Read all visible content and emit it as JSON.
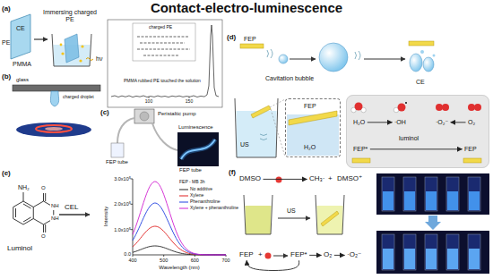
{
  "diagram": {
    "title": "Contact-electro-luminescence",
    "nodes": [
      {
        "text": [
          "FEP",
          "H₂O"
        ]
      },
      {
        "text": [
          "luminol"
        ]
      },
      {
        "text": [
          "H₂O"
        ],
        "in": 1
      },
      {
        "text": [
          "·OH"
        ],
        "in": 1
      },
      {
        "text": [
          "·O₂⁻"
        ],
        "in": 1
      },
      {
        "text": [
          "O₂"
        ],
        "in": 1
      },
      {
        "text": [
          "FEP*"
        ],
        "in": 1
      },
      {
        "text": [
          "FEP"
        ],
        "in": 1
      },
      {
        "text": [
          "DMSO"
        ]
      },
      {
        "text": [
          "CH₃·"
        ]
      },
      {
        "text": [
          "DMSO⁺"
        ]
      },
      {
        "text": [
          "FEP"
        ]
      },
      {
        "text": [
          "FEP*"
        ]
      },
      {
        "text": [
          "O₂"
        ]
      },
      {
        "text": [
          "·O₂⁻"
        ]
      }
    ],
    "edges": [
      {
        "from": 2,
        "to": 3,
        "arrow": "to"
      },
      {
        "from": 5,
        "to": 4,
        "arrow": "to"
      },
      {
        "from": 6,
        "to": 7,
        "arrow": "to"
      },
      {
        "from": 8,
        "to": 9,
        "arrow": "to"
      },
      {
        "from": 12,
        "to": 13,
        "arrow": "to"
      },
      {
        "from": 13,
        "to": 14,
        "arrow": "to"
      },
      {
        "from": 12,
        "to": 11,
        "arrow": "to"
      }
    ],
    "labels": [
      "(a)",
      "CE",
      "PE",
      "PMMA",
      "Immersing charged PE",
      "hν",
      "charged PE",
      "PMMA rubbed PE touched the solution",
      "100",
      "150",
      "(b)",
      "glass",
      "charged droplet",
      "(c)",
      "Peristaltic pump",
      "Luminescence",
      "FEP tube",
      "FEP tube",
      "(d)",
      "FEP",
      "Cavitation bubble",
      "CE",
      "US",
      "(e)",
      "NH₂",
      "O",
      "NH",
      "NH",
      "O",
      "Luminol",
      "CEL",
      "FEP - MB 3h",
      "3.0x10⁵",
      "2.0x10⁵",
      "1.0x10⁵",
      "0.0",
      "400",
      "500",
      "600",
      "700",
      "Wavelength (nm)",
      "Intensity",
      "(f)",
      "+",
      "US",
      "+"
    ],
    "legend": [
      {
        "text": "No additive"
      },
      {
        "text": "Xylene"
      },
      {
        "text": "Phenanthroline"
      },
      {
        "text": "Xylene + phenanthroline"
      }
    ]
  }
}
